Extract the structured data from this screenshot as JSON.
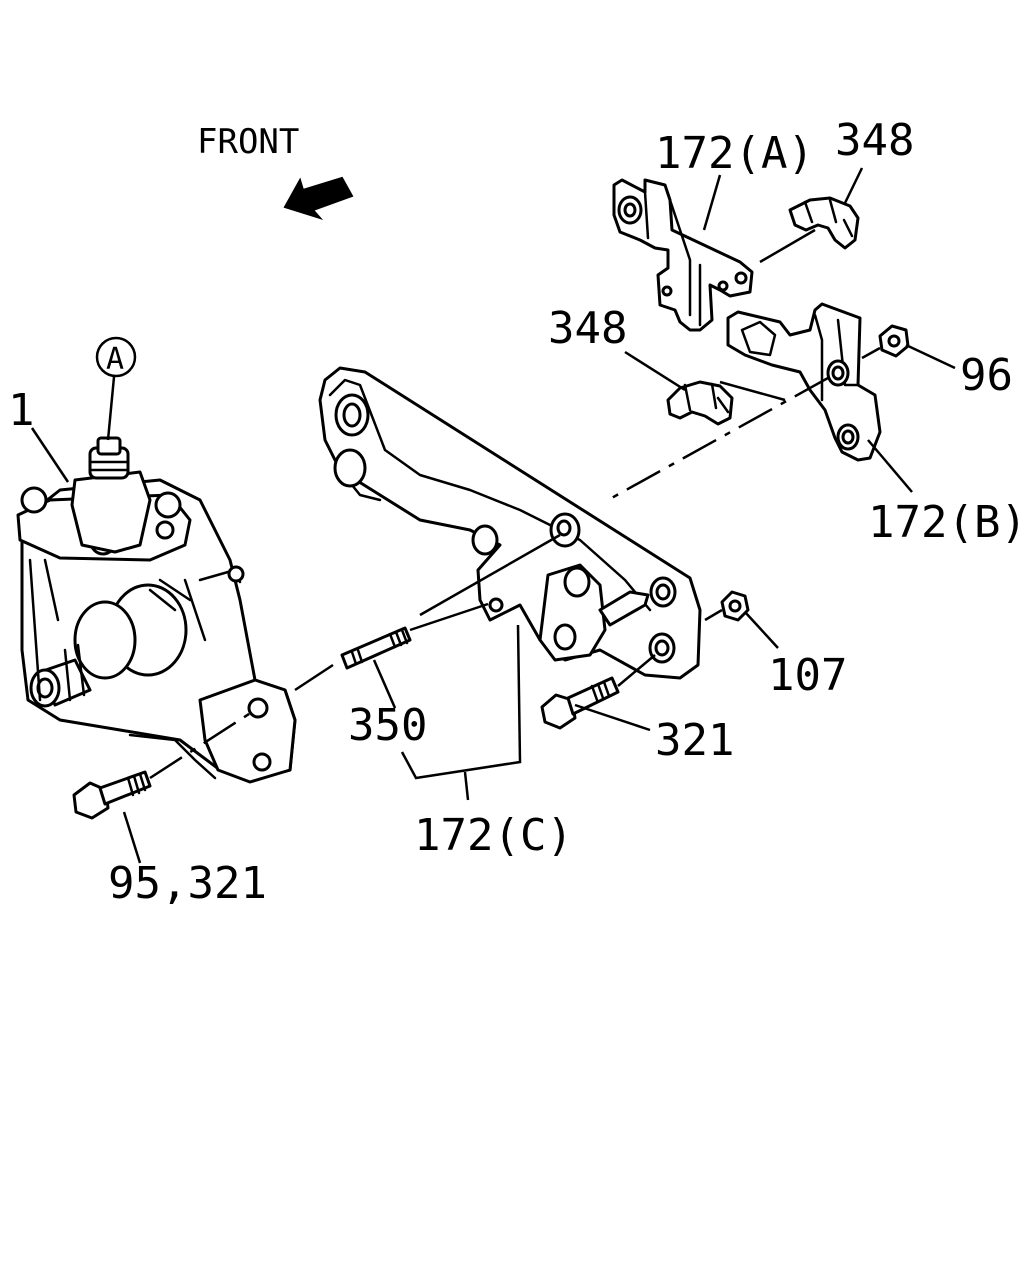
{
  "direction": {
    "label": "FRONT",
    "arrow_icon": "arrow-up-left-icon"
  },
  "callouts": [
    {
      "id": "label-1",
      "text": "1"
    },
    {
      "id": "label-a-circle",
      "text": "A"
    },
    {
      "id": "label-172a",
      "text": "172(A)"
    },
    {
      "id": "label-348-top",
      "text": "348"
    },
    {
      "id": "label-348-mid",
      "text": "348"
    },
    {
      "id": "label-96",
      "text": "96"
    },
    {
      "id": "label-172b",
      "text": "172(B)"
    },
    {
      "id": "label-107",
      "text": "107"
    },
    {
      "id": "label-321",
      "text": "321"
    },
    {
      "id": "label-350",
      "text": "350"
    },
    {
      "id": "label-172c",
      "text": "172(C)"
    },
    {
      "id": "label-95-321",
      "text": "95,321"
    }
  ]
}
